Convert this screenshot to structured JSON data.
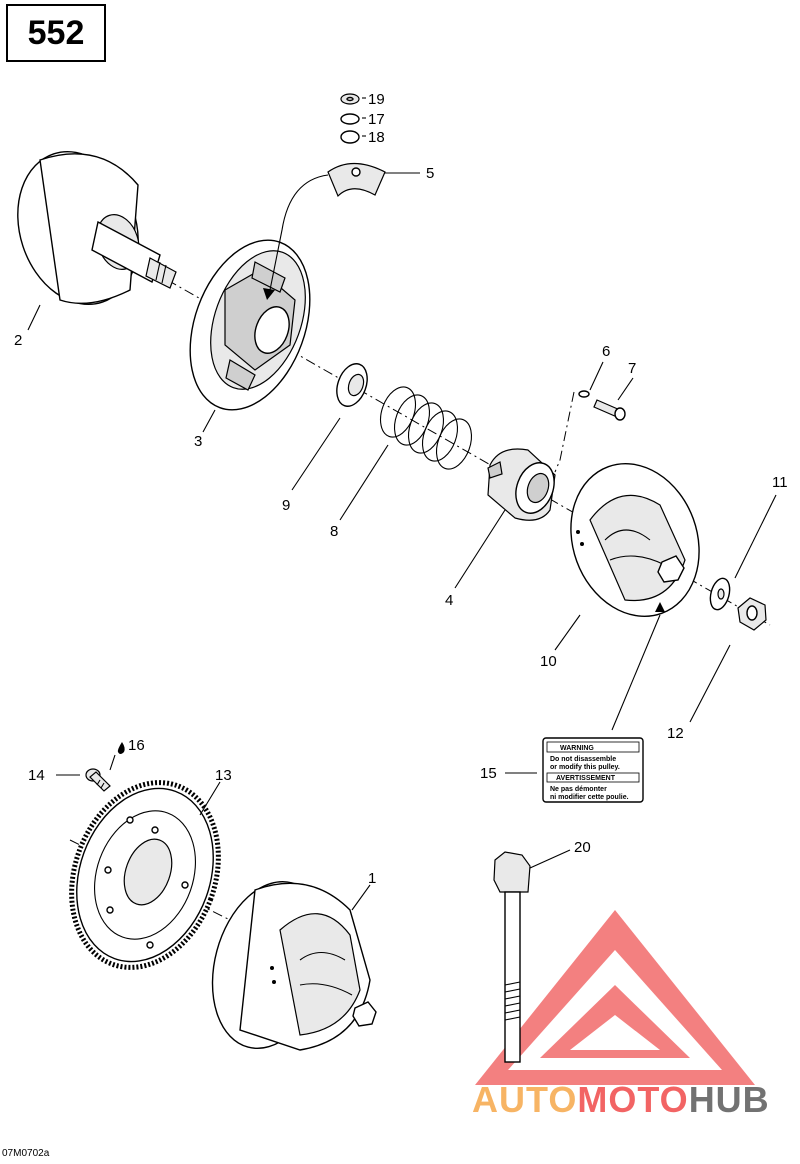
{
  "page_number": "552",
  "document_code": "07M0702a",
  "callouts": [
    "1",
    "2",
    "3",
    "4",
    "5",
    "6",
    "7",
    "8",
    "9",
    "10",
    "11",
    "12",
    "13",
    "14",
    "15",
    "16",
    "17",
    "18",
    "19",
    "20"
  ],
  "warning_label": {
    "line1": "WARNING",
    "line2": "Do not disassemble",
    "line3": "or modify this pulley.",
    "line4": "AVERTISSEMENT",
    "line5": "Ne pas démonter",
    "line6": "ni modifier cette poulie."
  },
  "watermark": {
    "part1": "AUTO",
    "part2": "MOTO",
    "part3": "HUB",
    "colors": {
      "orange": "#f6a84a",
      "red": "#f04a4a",
      "gray": "#5a5a5a",
      "triangle": "#f26b6b"
    }
  }
}
